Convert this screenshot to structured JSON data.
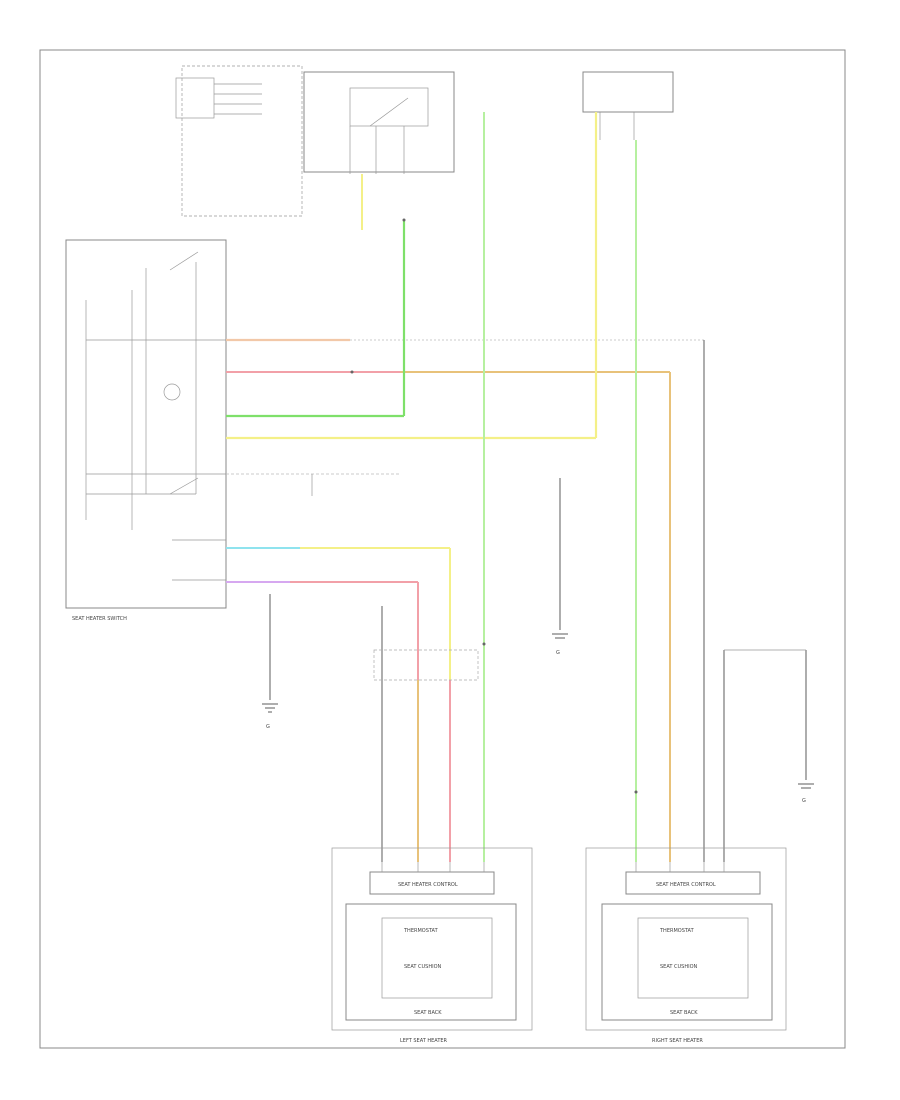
{
  "diagram": {
    "switch_label": "SEAT HEATER SWITCH",
    "left_heater_label": "LEFT SEAT HEATER",
    "right_heater_label": "RIGHT SEAT HEATER",
    "control_label": "SEAT HEATER CONTROL",
    "seat_back_label": "SEAT BACK",
    "seat_cushion_label": "SEAT CUSHION",
    "thermostat_label": "THERMOSTAT",
    "ground_label_1": "G",
    "ground_label_2": "G",
    "ground_label_3": "G"
  },
  "colors": {
    "green": "#b6f0a0",
    "bright_green": "#7ee06a",
    "yellow": "#f4f088",
    "orange": "#e8c27a",
    "pink": "#f2a0a8",
    "cyan": "#8fe3ee",
    "violet": "#d6a8f0",
    "frame": "#888888"
  }
}
